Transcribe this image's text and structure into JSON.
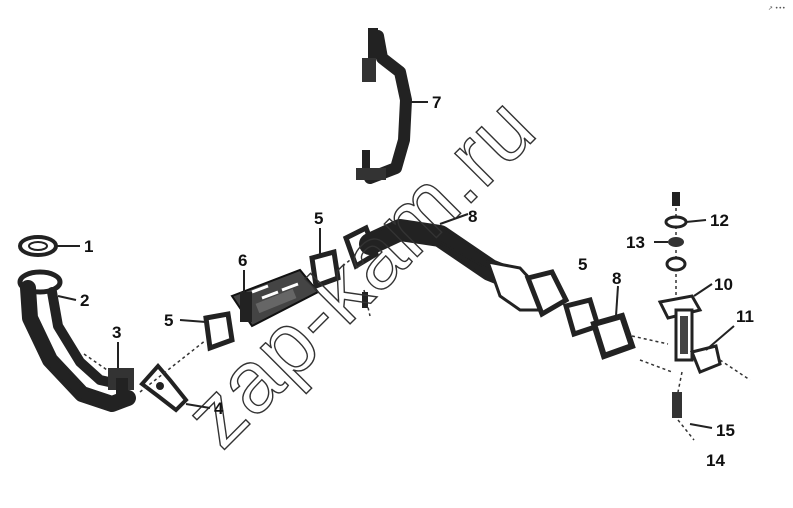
{
  "corner_mark": "↗ •••",
  "watermark": "zap-kam.ru",
  "callouts": [
    {
      "id": "1",
      "text": "1"
    },
    {
      "id": "2",
      "text": "2"
    },
    {
      "id": "3",
      "text": "3"
    },
    {
      "id": "4",
      "text": "4"
    },
    {
      "id": "5a",
      "text": "5"
    },
    {
      "id": "5b",
      "text": "5"
    },
    {
      "id": "5c",
      "text": "5"
    },
    {
      "id": "6",
      "text": "6"
    },
    {
      "id": "7",
      "text": "7"
    },
    {
      "id": "8a",
      "text": "8"
    },
    {
      "id": "8b",
      "text": "8"
    },
    {
      "id": "10",
      "text": "10"
    },
    {
      "id": "11",
      "text": "11"
    },
    {
      "id": "12",
      "text": "12"
    },
    {
      "id": "13",
      "text": "13"
    },
    {
      "id": "14",
      "text": "14"
    },
    {
      "id": "15",
      "text": "15"
    }
  ]
}
